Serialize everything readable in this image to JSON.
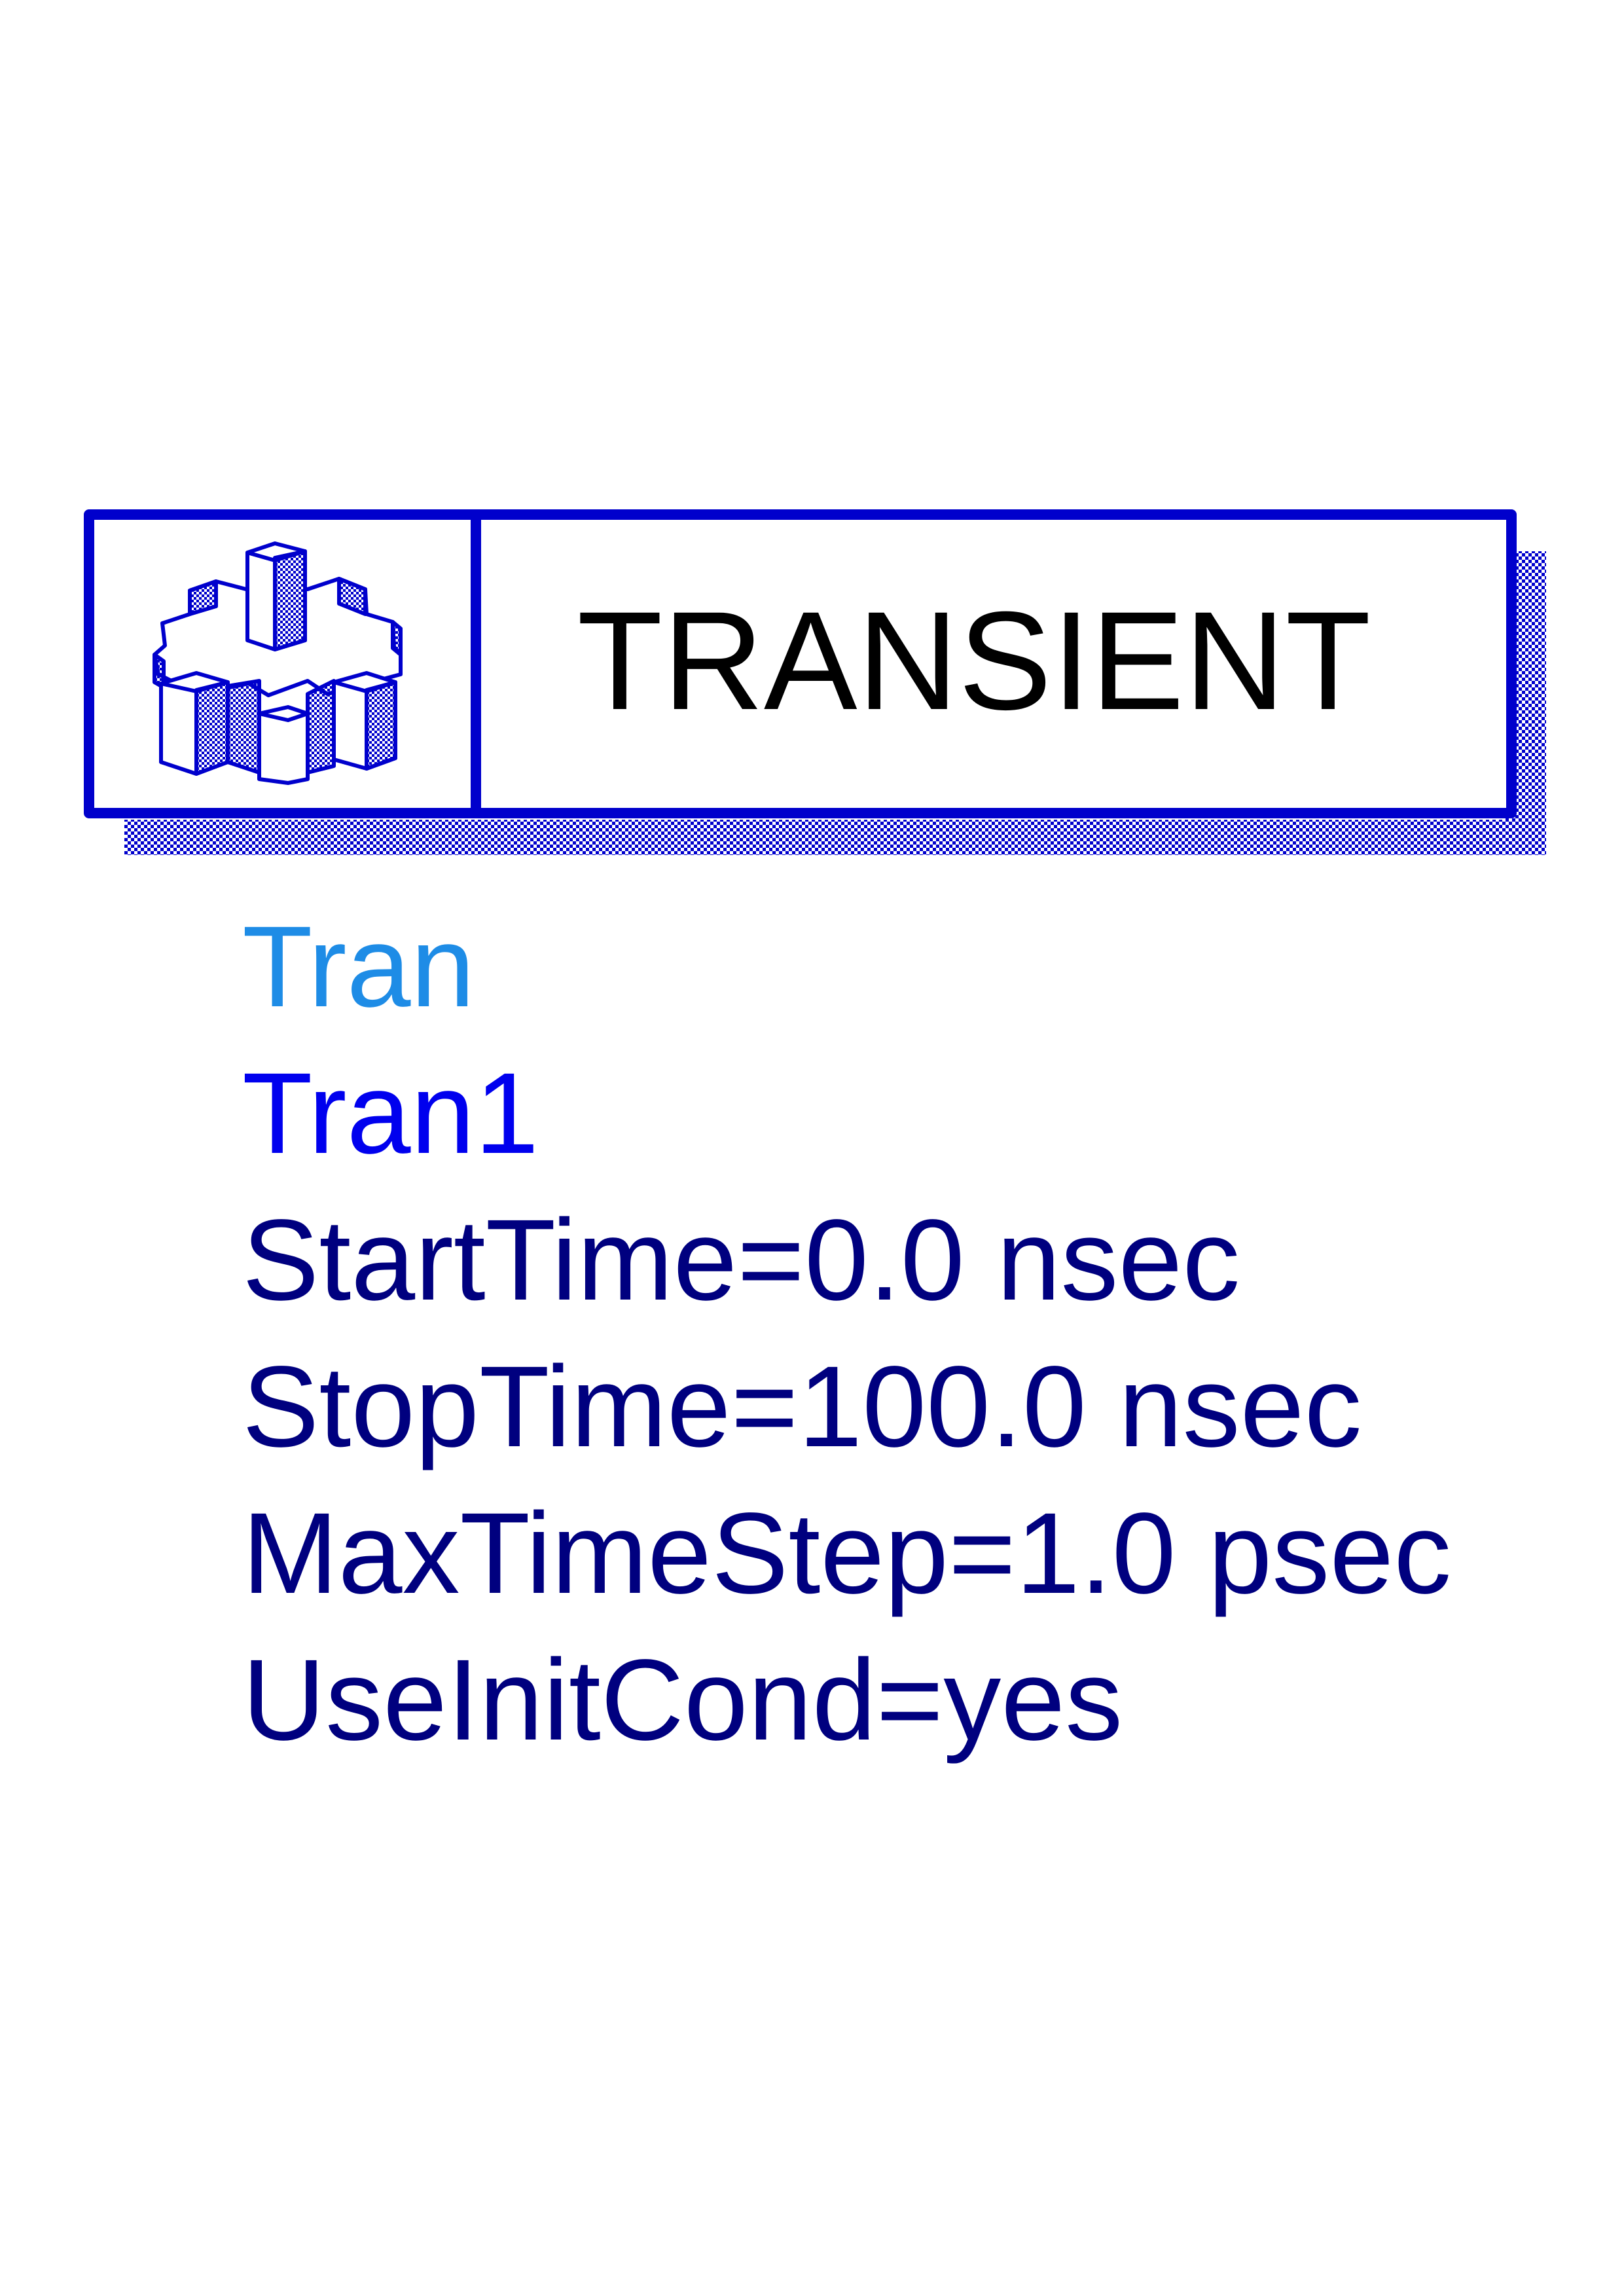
{
  "component": {
    "title": "TRANSIENT",
    "icon": "gear-icon",
    "type_label": "Tran",
    "instance_name": "Tran1",
    "parameters": [
      "StartTime=0.0 nsec",
      "StopTime=100.0 nsec",
      "MaxTimeStep=1.0 psec",
      "UseInitCond=yes"
    ]
  },
  "colors": {
    "frame": "#0000cc",
    "title_text": "#000000",
    "type_label": "#1e8ce6",
    "instance_name": "#0000ee",
    "parameters": "#00007f",
    "shadow_dither": "#0000cc"
  }
}
